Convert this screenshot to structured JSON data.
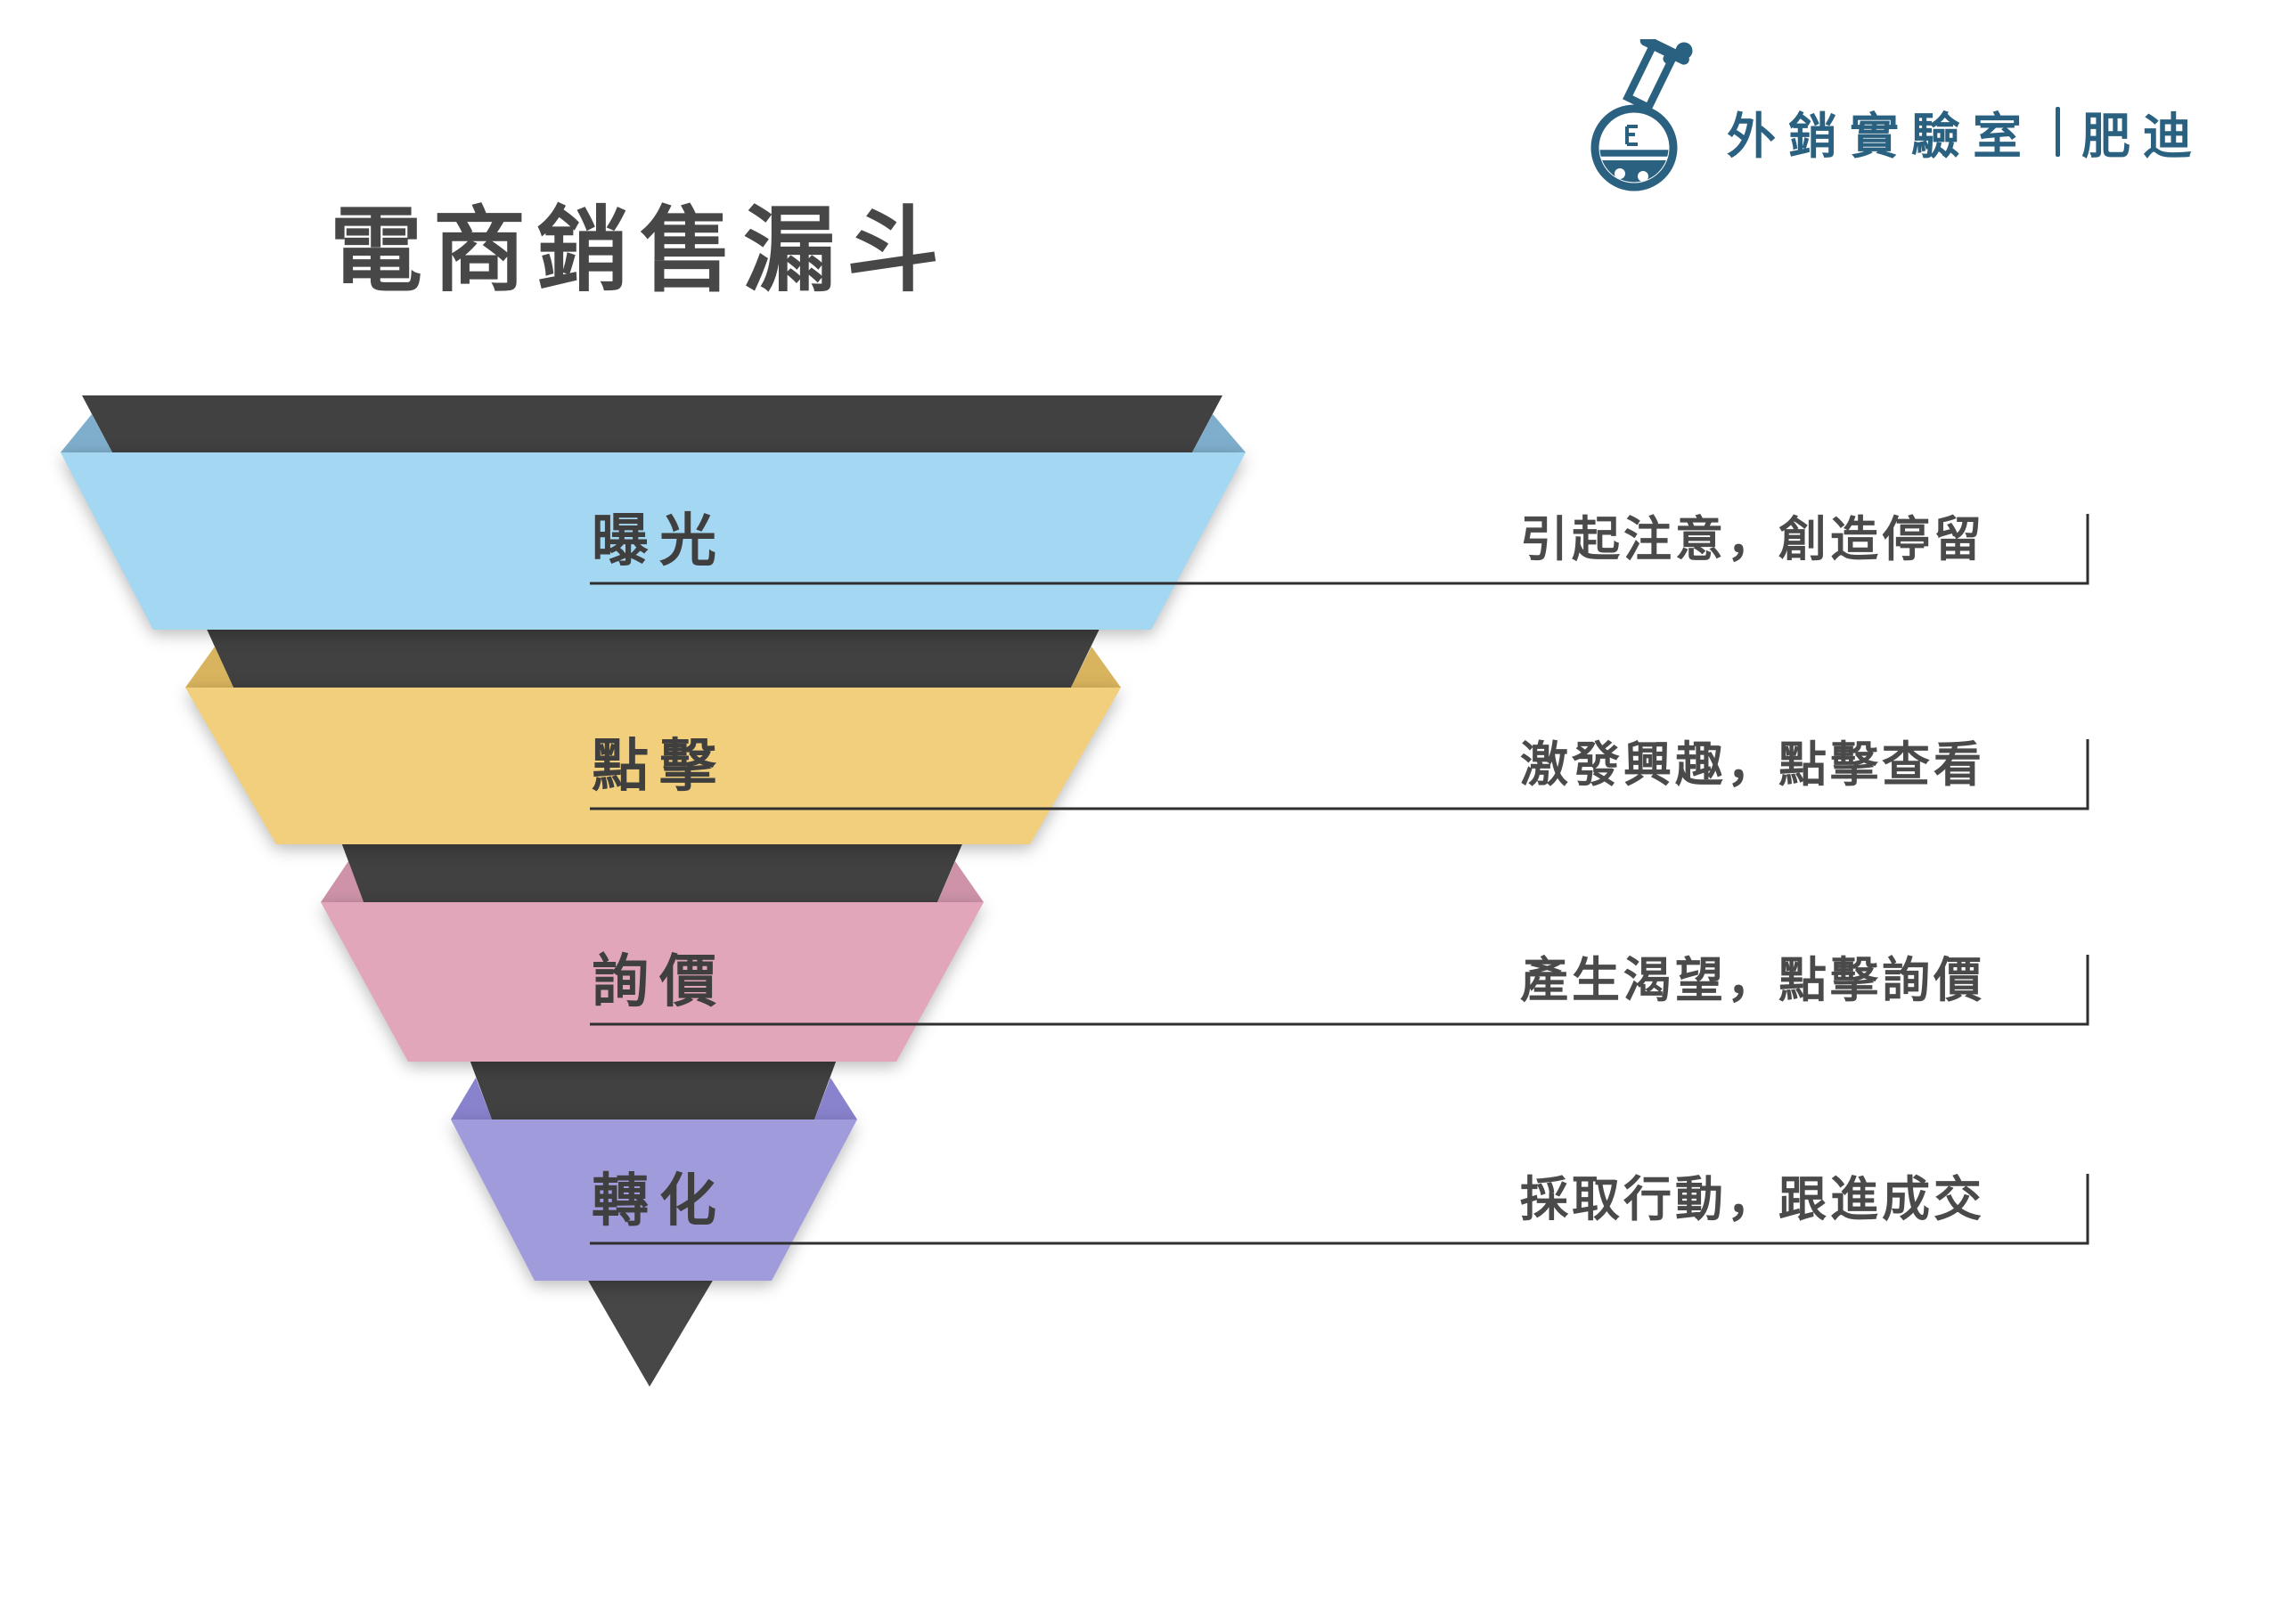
{
  "page": {
    "title": "電商銷售漏斗",
    "background": "#ffffff"
  },
  "logo": {
    "brand": "外銷實驗室",
    "name": "肥迪"
  },
  "theme": {
    "logo_color": "#2B6180",
    "title_color": "#474747",
    "label_color": "#3F3F3F",
    "description_color": "#4A4A4A",
    "inner_color": "#414141",
    "tip_color": "#474747",
    "connector_color": "#2F2F2F"
  },
  "funnel": {
    "stages": [
      {
        "id": "exposure",
        "label": "曝光",
        "description": "引起注意，創造停留",
        "face_color": "#A4D7F2",
        "side_color": "#7FAECC"
      },
      {
        "id": "click",
        "label": "點擊",
        "description": "激發興趣，點擊查看",
        "face_color": "#F1CF7D",
        "side_color": "#D9B45E"
      },
      {
        "id": "inquiry",
        "label": "詢價",
        "description": "產生渴望，點擊詢價",
        "face_color": "#E2A6BB",
        "side_color": "#CE93A9"
      },
      {
        "id": "conversion",
        "label": "轉化",
        "description": "採取行動，跟進成交",
        "face_color": "#A09BDB",
        "side_color": "#8983CE"
      }
    ]
  }
}
